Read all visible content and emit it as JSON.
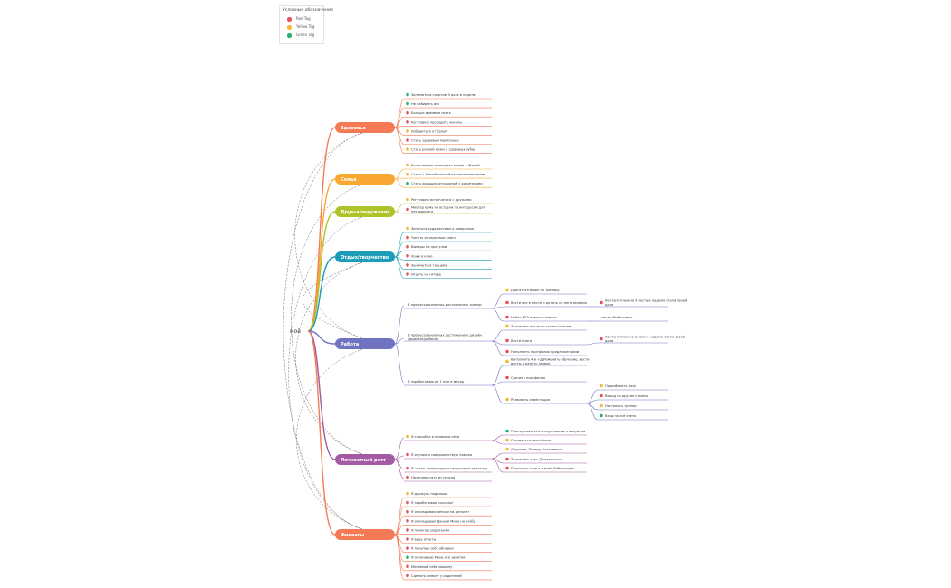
{
  "legend": {
    "title": "Условные обозначения",
    "items": [
      {
        "label": "Red Tag",
        "color": "#e8505b"
      },
      {
        "label": "Yellow Tag",
        "color": "#f5b82e"
      },
      {
        "label": "Green Tag",
        "color": "#27b06e"
      }
    ]
  },
  "root": {
    "label": "моё"
  },
  "tag_colors": {
    "red": "#e8505b",
    "yellow": "#f5b82e",
    "green": "#27b06e"
  },
  "branches": [
    {
      "label": "Здоровье",
      "color": "#f47a55",
      "items": [
        {
          "text": "Заниматься спортом 3 раза в неделю",
          "tag": "green"
        },
        {
          "text": "Не набирать вес",
          "tag": "green"
        },
        {
          "text": "Больше времени спать",
          "tag": "red"
        },
        {
          "text": "Регулярно проходить чекапы",
          "tag": "red"
        },
        {
          "text": "Избавиться от болей",
          "tag": "yellow"
        },
        {
          "text": "Стать здоровым ментально",
          "tag": "red"
        },
        {
          "text": "Стать ровной кожи и здоровых зубов",
          "tag": "yellow"
        }
      ]
    },
    {
      "label": "Семья",
      "color": "#f8a830",
      "items": [
        {
          "text": "Качественно проводить время с Женей",
          "tag": "yellow"
        },
        {
          "text": "Стать с Женей полной взаимопониманием",
          "tag": "yellow"
        },
        {
          "text": "Стать хороших отношений с родителями",
          "tag": "green"
        }
      ]
    },
    {
      "label": "Друзья/окружение",
      "color": "#b0c22a",
      "items": [
        {
          "text": "Регулярно встречаться с друзьями",
          "tag": "yellow"
        },
        {
          "text": "Мистер кому на встречи по интересам для нетворкинга",
          "tag": "red"
        }
      ]
    },
    {
      "label": "Отдых/творчество",
      "color": "#1d9cb8",
      "items": [
        {
          "text": "Заняться художеством и акварелью",
          "tag": "yellow"
        },
        {
          "text": "Читать интересные книги",
          "tag": "red"
        },
        {
          "text": "Выезды на прогулки",
          "tag": "red"
        },
        {
          "text": "Хожу в кино",
          "tag": "red"
        },
        {
          "text": "Заниматься танцами",
          "tag": "red"
        },
        {
          "text": "Играть на гитаре",
          "tag": "red"
        }
      ]
    },
    {
      "label": "Работа",
      "color": "#6f73c0",
      "items": [
        {
          "text": "В профессиональных достижениях тренер",
          "children": [
            {
              "text": "Двигаться выше по тренеру",
              "tag": "yellow"
            },
            {
              "text": "Вести все в месте и делать из него занятия",
              "tag": "red",
              "children": [
                {
                  "text": "Контент план на 3 поста в неделю стали своей доли",
                  "tag": "red"
                }
              ]
            },
            {
              "text": "Найти ВЕЗ нового клиента",
              "tag": "red",
              "children": [
                {
                  "text": "тесты Мой клиент",
                  "tag": ""
                }
              ]
            }
          ]
        },
        {
          "text": "В профессиональных достижениях дизайн (фриланс/работа)",
          "children": [
            {
              "text": "Заполнить выше по тэк выставкам",
              "tag": "yellow"
            },
            {
              "text": "Вести иного",
              "tag": "red",
              "children": [
                {
                  "text": "Контент план на 3 пост в неделю стали своей доли",
                  "tag": "red"
                }
              ]
            },
            {
              "text": "Наполнить портфолио предложениями",
              "tag": "red"
            }
          ]
        },
        {
          "text": "В зарабатываю от 1 млн в месяц",
          "children": [
            {
              "text": "Выполнить 4 и +Д Изменить обучение, вести вакты и делать заявки",
              "tag": "yellow"
            },
            {
              "text": "Сделать портфолио",
              "tag": "red"
            },
            {
              "text": "Развивать инвестиции",
              "tag": "yellow",
              "children": [
                {
                  "text": "Проработать базу",
                  "tag": "yellow"
                },
                {
                  "text": "Выход на другие страны",
                  "tag": "red"
                },
                {
                  "text": "Настроить тренер",
                  "tag": "yellow"
                },
                {
                  "text": "Вход на всё счета",
                  "tag": "green"
                }
              ]
            }
          ]
        }
      ]
    },
    {
      "label": "Личностный рост",
      "color": "#a45ba3",
      "items": [
        {
          "text": "Я спокойна и понимаю себя",
          "tag": "yellow",
          "children": [
            {
              "text": "Прислушиваться к ощущениям и интуиции",
              "tag": "green"
            },
            {
              "text": "Оставаться спокойным",
              "tag": "yellow"
            }
          ]
        },
        {
          "text": "Я изучаю и совершенствую навыки",
          "tag": "red",
          "children": [
            {
              "text": "Доделать Правду Валькевича",
              "tag": "yellow"
            },
            {
              "text": "Заполнить курс Джавадского",
              "tag": "red"
            },
            {
              "text": "Прочитать книги в моей библиотеке",
              "tag": "red"
            }
          ]
        },
        {
          "text": "Я читаю литературу и продолжаю практику",
          "tag": "red"
        },
        {
          "text": "Начинаю стать из списка",
          "tag": "red"
        }
      ]
    },
    {
      "label": "Финансы",
      "color": "#f47a55",
      "items": [
        {
          "text": "Я держусь подальше",
          "tag": "yellow"
        },
        {
          "text": "Я зарабатываю сколько!",
          "tag": "red"
        },
        {
          "text": "Я откладываю деньги на депозит",
          "tag": "red"
        },
        {
          "text": "Я откладываю Деньги Мине на учёбу",
          "tag": "red"
        },
        {
          "text": "Я помогаю родителям",
          "tag": "red"
        },
        {
          "text": "Я веду отчеты",
          "tag": "red"
        },
        {
          "text": "Я покупаю себе обновки",
          "tag": "red"
        },
        {
          "text": "Я оплачиваю Мине всё занятия",
          "tag": "green"
        },
        {
          "text": "Меняемой себе машину",
          "tag": "red"
        },
        {
          "text": "Сделать ремонт у родителей",
          "tag": "red"
        }
      ]
    }
  ]
}
